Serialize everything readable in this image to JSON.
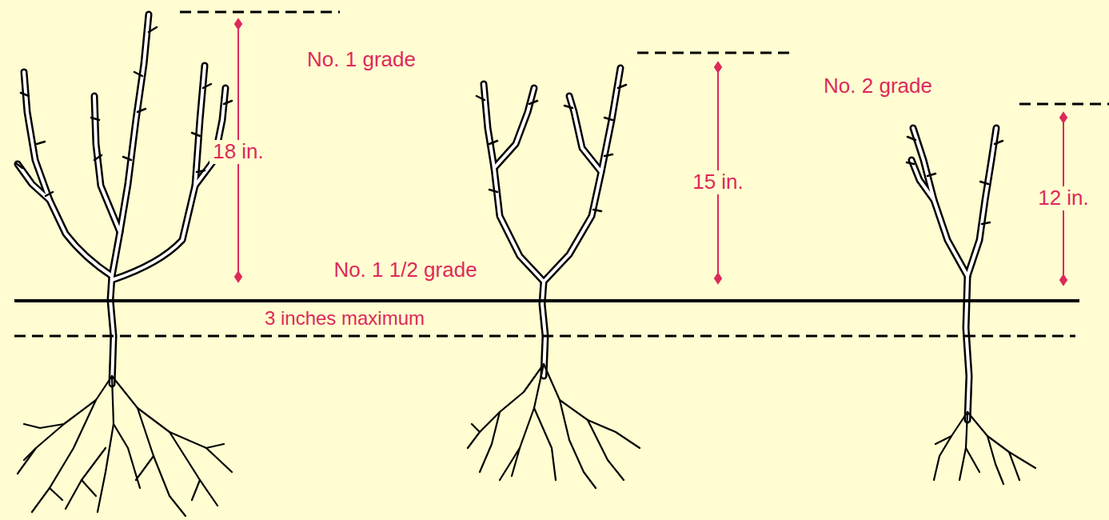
{
  "diagram": {
    "labels": [
      "No. 1 grade",
      "18 in.",
      "No. 1 1/2 grade",
      "3 inches maximum",
      "15 in.",
      "No. 2 grade",
      "12 in."
    ]
  }
}
